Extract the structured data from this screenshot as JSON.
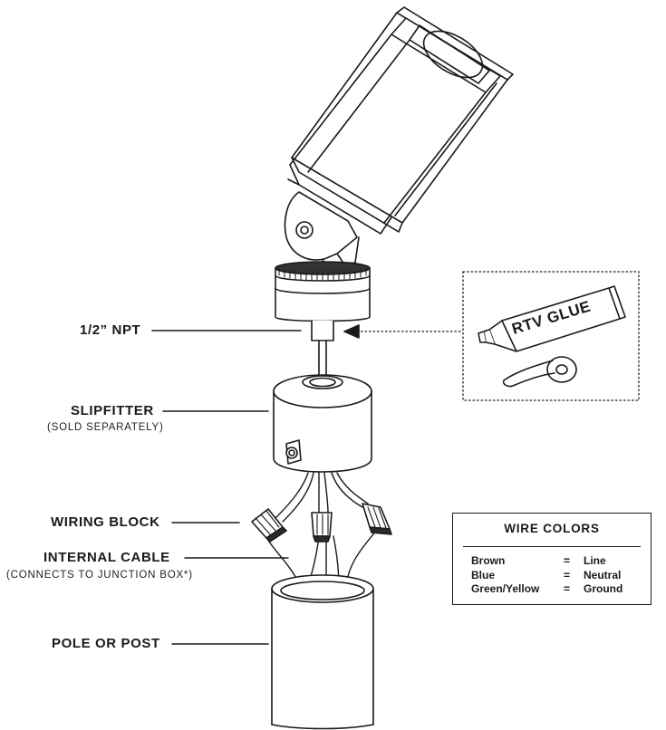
{
  "labels": {
    "npt": "1/2” NPT",
    "slipfitter": "SLIPFITTER",
    "slipfitter_note": "(SOLD SEPARATELY)",
    "wiring_block": "WIRING BLOCK",
    "internal_cable": "INTERNAL CABLE",
    "internal_cable_note": "(CONNECTS TO JUNCTION BOX*)",
    "pole": "POLE OR POST"
  },
  "glue_label": "RTV GLUE",
  "wire_colors": {
    "title": "WIRE COLORS",
    "rows": [
      {
        "wire": "Brown",
        "eq": "=",
        "function": "Line"
      },
      {
        "wire": "Blue",
        "eq": "=",
        "function": "Neutral"
      },
      {
        "wire": "Green/Yellow",
        "eq": "=",
        "function": "Ground"
      }
    ]
  }
}
